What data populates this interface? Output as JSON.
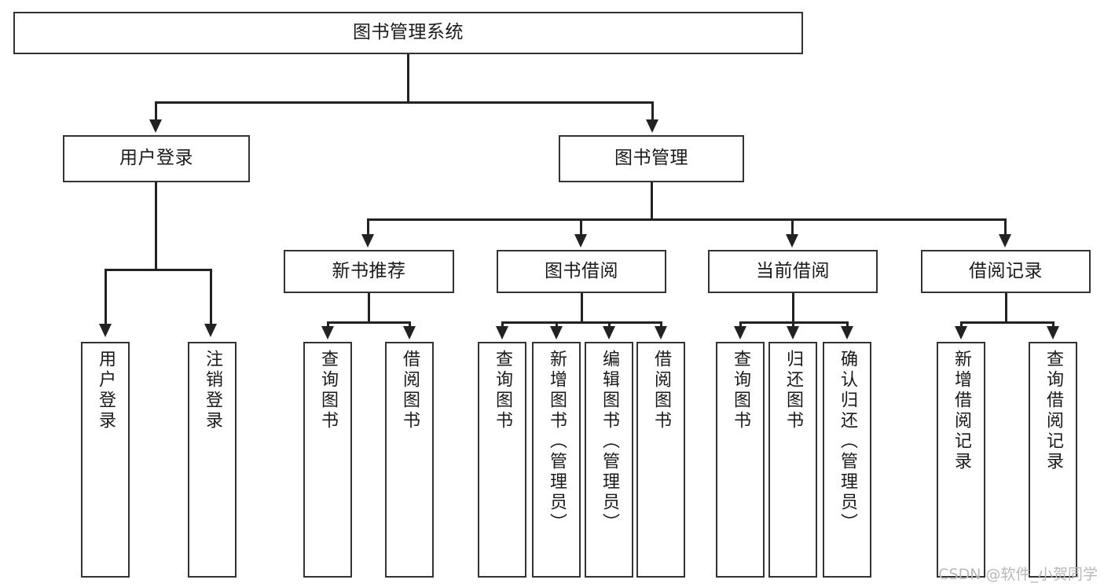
{
  "diagram": {
    "type": "tree",
    "title": "图书管理系统",
    "root": {
      "id": "root",
      "label": "图书管理系统",
      "orientation": "horizontal"
    },
    "level2": [
      {
        "id": "user-login",
        "label": "用户登录",
        "orientation": "horizontal"
      },
      {
        "id": "book-manage",
        "label": "图书管理",
        "orientation": "horizontal"
      }
    ],
    "level3": [
      {
        "id": "new-book-recommend",
        "label": "新书推荐",
        "orientation": "horizontal"
      },
      {
        "id": "book-borrow",
        "label": "图书借阅",
        "orientation": "horizontal"
      },
      {
        "id": "current-borrow",
        "label": "当前借阅",
        "orientation": "horizontal"
      },
      {
        "id": "borrow-record",
        "label": "借阅记录",
        "orientation": "horizontal"
      }
    ],
    "leaves": [
      {
        "id": "leaf-user-login",
        "label": "用户登录",
        "parent": "user-login",
        "orientation": "vertical"
      },
      {
        "id": "leaf-logout-login",
        "label": "注销登录",
        "parent": "user-login",
        "orientation": "vertical"
      },
      {
        "id": "leaf-query-book-1",
        "label": "查询图书",
        "parent": "new-book-recommend",
        "orientation": "vertical"
      },
      {
        "id": "leaf-borrow-book-1",
        "label": "借阅图书",
        "parent": "new-book-recommend",
        "orientation": "vertical"
      },
      {
        "id": "leaf-query-book-2",
        "label": "查询图书",
        "parent": "book-borrow",
        "orientation": "vertical"
      },
      {
        "id": "leaf-add-book-admin",
        "label": "新增图书（管理员）",
        "parent": "book-borrow",
        "orientation": "vertical"
      },
      {
        "id": "leaf-edit-book-admin",
        "label": "编辑图书（管理员）",
        "parent": "book-borrow",
        "orientation": "vertical"
      },
      {
        "id": "leaf-borrow-book-2",
        "label": "借阅图书",
        "parent": "book-borrow",
        "orientation": "vertical"
      },
      {
        "id": "leaf-query-book-3",
        "label": "查询图书",
        "parent": "current-borrow",
        "orientation": "vertical"
      },
      {
        "id": "leaf-return-book",
        "label": "归还图书",
        "parent": "current-borrow",
        "orientation": "vertical"
      },
      {
        "id": "leaf-confirm-return-admin",
        "label": "确认归还（管理员）",
        "parent": "current-borrow",
        "orientation": "vertical"
      },
      {
        "id": "leaf-add-borrow-record",
        "label": "新增借阅记录",
        "parent": "borrow-record",
        "orientation": "vertical"
      },
      {
        "id": "leaf-query-borrow-record",
        "label": "查询借阅记录",
        "parent": "borrow-record",
        "orientation": "vertical"
      }
    ]
  },
  "watermark": {
    "text": "CSDN @软件_小贺同学"
  },
  "colors": {
    "box_border": "#333333",
    "connector": "#222222",
    "background": "#ffffff",
    "text": "#1a1a1a",
    "watermark": "#b8b8b8"
  }
}
